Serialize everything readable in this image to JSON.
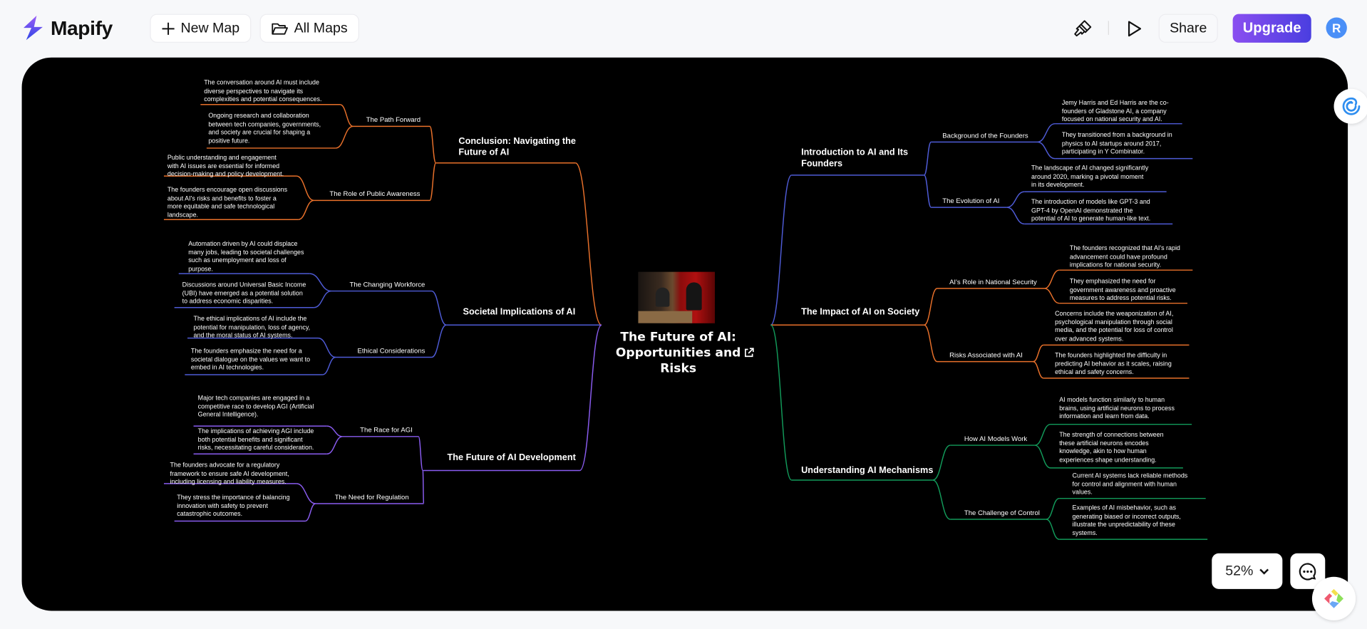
{
  "header": {
    "app_name": "Mapify",
    "new_map_label": "New Map",
    "all_maps_label": "All Maps",
    "share_label": "Share",
    "upgrade_label": "Upgrade",
    "avatar_initial": "R",
    "accent": "#7b4ff0"
  },
  "controls": {
    "zoom_level": "52%"
  },
  "map": {
    "title": "The Future of AI:\nOpportunities and\nRisks",
    "branches": [
      {
        "title": "Introduction to AI and Its\nFounders",
        "side": "right",
        "color": "#4e5bd6",
        "children": [
          {
            "title": "Background of the Founders",
            "children": [
              {
                "text": "Jemy Harris and Ed Harris are the co-\nfounders of Gladstone AI, a company\nfocused on national security and AI."
              },
              {
                "text": "They transitioned from a background in\nphysics to AI startups around 2017,\nparticipating in Y Combinator."
              }
            ]
          },
          {
            "title": "The Evolution of AI",
            "children": [
              {
                "text": "The landscape of AI changed significantly\naround 2020, marking a pivotal moment\nin its development."
              },
              {
                "text": "The introduction of models like GPT-3 and\nGPT-4 by OpenAI demonstrated the\npotential of AI to generate human-like text."
              }
            ]
          }
        ]
      },
      {
        "title": "The Impact of AI on Society",
        "side": "right",
        "color": "#e8702a",
        "children": [
          {
            "title": "AI's Role in National Security",
            "children": [
              {
                "text": "The founders recognized that AI's rapid\nadvancement could have profound\nimplications for national security."
              },
              {
                "text": "They emphasized the need for\ngovernment awareness and proactive\nmeasures to address potential risks."
              }
            ]
          },
          {
            "title": "Risks Associated with AI",
            "children": [
              {
                "text": "Concerns include the weaponization of AI,\npsychological manipulation through social\nmedia, and the potential for loss of control\nover advanced systems."
              },
              {
                "text": "The founders highlighted the difficulty in\npredicting AI behavior as it scales, raising\nethical and safety concerns."
              }
            ]
          }
        ]
      },
      {
        "title": "Understanding AI Mechanisms",
        "side": "right",
        "color": "#129a5a",
        "children": [
          {
            "title": "How AI Models Work",
            "children": [
              {
                "text": "AI models function similarly to human\nbrains, using artificial neurons to process\ninformation and learn from data."
              },
              {
                "text": "The strength of connections between\nthese artificial neurons encodes\nknowledge, akin to how human\nexperiences shape understanding."
              }
            ]
          },
          {
            "title": "The Challenge of Control",
            "children": [
              {
                "text": "Current AI systems lack reliable methods\nfor control and alignment with human\nvalues."
              },
              {
                "text": "Examples of AI misbehavior, such as\ngenerating biased or incorrect outputs,\nillustrate the unpredictability of these\nsystems."
              }
            ]
          }
        ]
      },
      {
        "title": "Conclusion: Navigating the\nFuture of AI",
        "side": "left",
        "color": "#e8702a",
        "children": [
          {
            "title": "The Path Forward",
            "children": [
              {
                "text": "The conversation around AI must include\ndiverse perspectives to navigate its\ncomplexities and potential consequences."
              },
              {
                "text": "Ongoing research and collaboration\nbetween tech companies, governments,\nand society are crucial for shaping a\npositive future."
              }
            ]
          },
          {
            "title": "The Role of Public Awareness",
            "children": [
              {
                "text": "Public understanding and engagement\nwith AI issues are essential for informed\ndecision-making and policy development."
              },
              {
                "text": "The founders encourage open discussions\nabout AI's risks and benefits to foster a\nmore equitable and safe technological\nlandscape."
              }
            ]
          }
        ]
      },
      {
        "title": "Societal Implications of AI",
        "side": "left",
        "color": "#4e5bd6",
        "children": [
          {
            "title": "The Changing Workforce",
            "children": [
              {
                "text": "Automation driven by AI could displace\nmany jobs, leading to societal challenges\nsuch as unemployment and loss of\npurpose."
              },
              {
                "text": "Discussions around Universal Basic Income\n(UBI) have emerged as a potential solution\nto address economic disparities."
              }
            ]
          },
          {
            "title": "Ethical Considerations",
            "children": [
              {
                "text": "The ethical implications of AI include the\npotential for manipulation, loss of agency,\nand the moral status of AI systems."
              },
              {
                "text": "The founders emphasize the need for a\nsocietal dialogue on the values we want to\nembed in AI technologies."
              }
            ]
          }
        ]
      },
      {
        "title": "The Future of AI Development",
        "side": "left",
        "color": "#8a5cf0",
        "children": [
          {
            "title": "The Race for AGI",
            "children": [
              {
                "text": "Major tech companies are engaged in a\ncompetitive race to develop AGI (Artificial\nGeneral Intelligence)."
              },
              {
                "text": "The implications of achieving AGI include\nboth potential benefits and significant\nrisks, necessitating careful consideration."
              }
            ]
          },
          {
            "title": "The Need for Regulation",
            "children": [
              {
                "text": "The founders advocate for a regulatory\nframework to ensure safe AI development,\nincluding licensing and liability measures."
              },
              {
                "text": "They stress the importance of balancing\ninnovation with safety to prevent\ncatastrophic outcomes."
              }
            ]
          }
        ]
      }
    ]
  }
}
